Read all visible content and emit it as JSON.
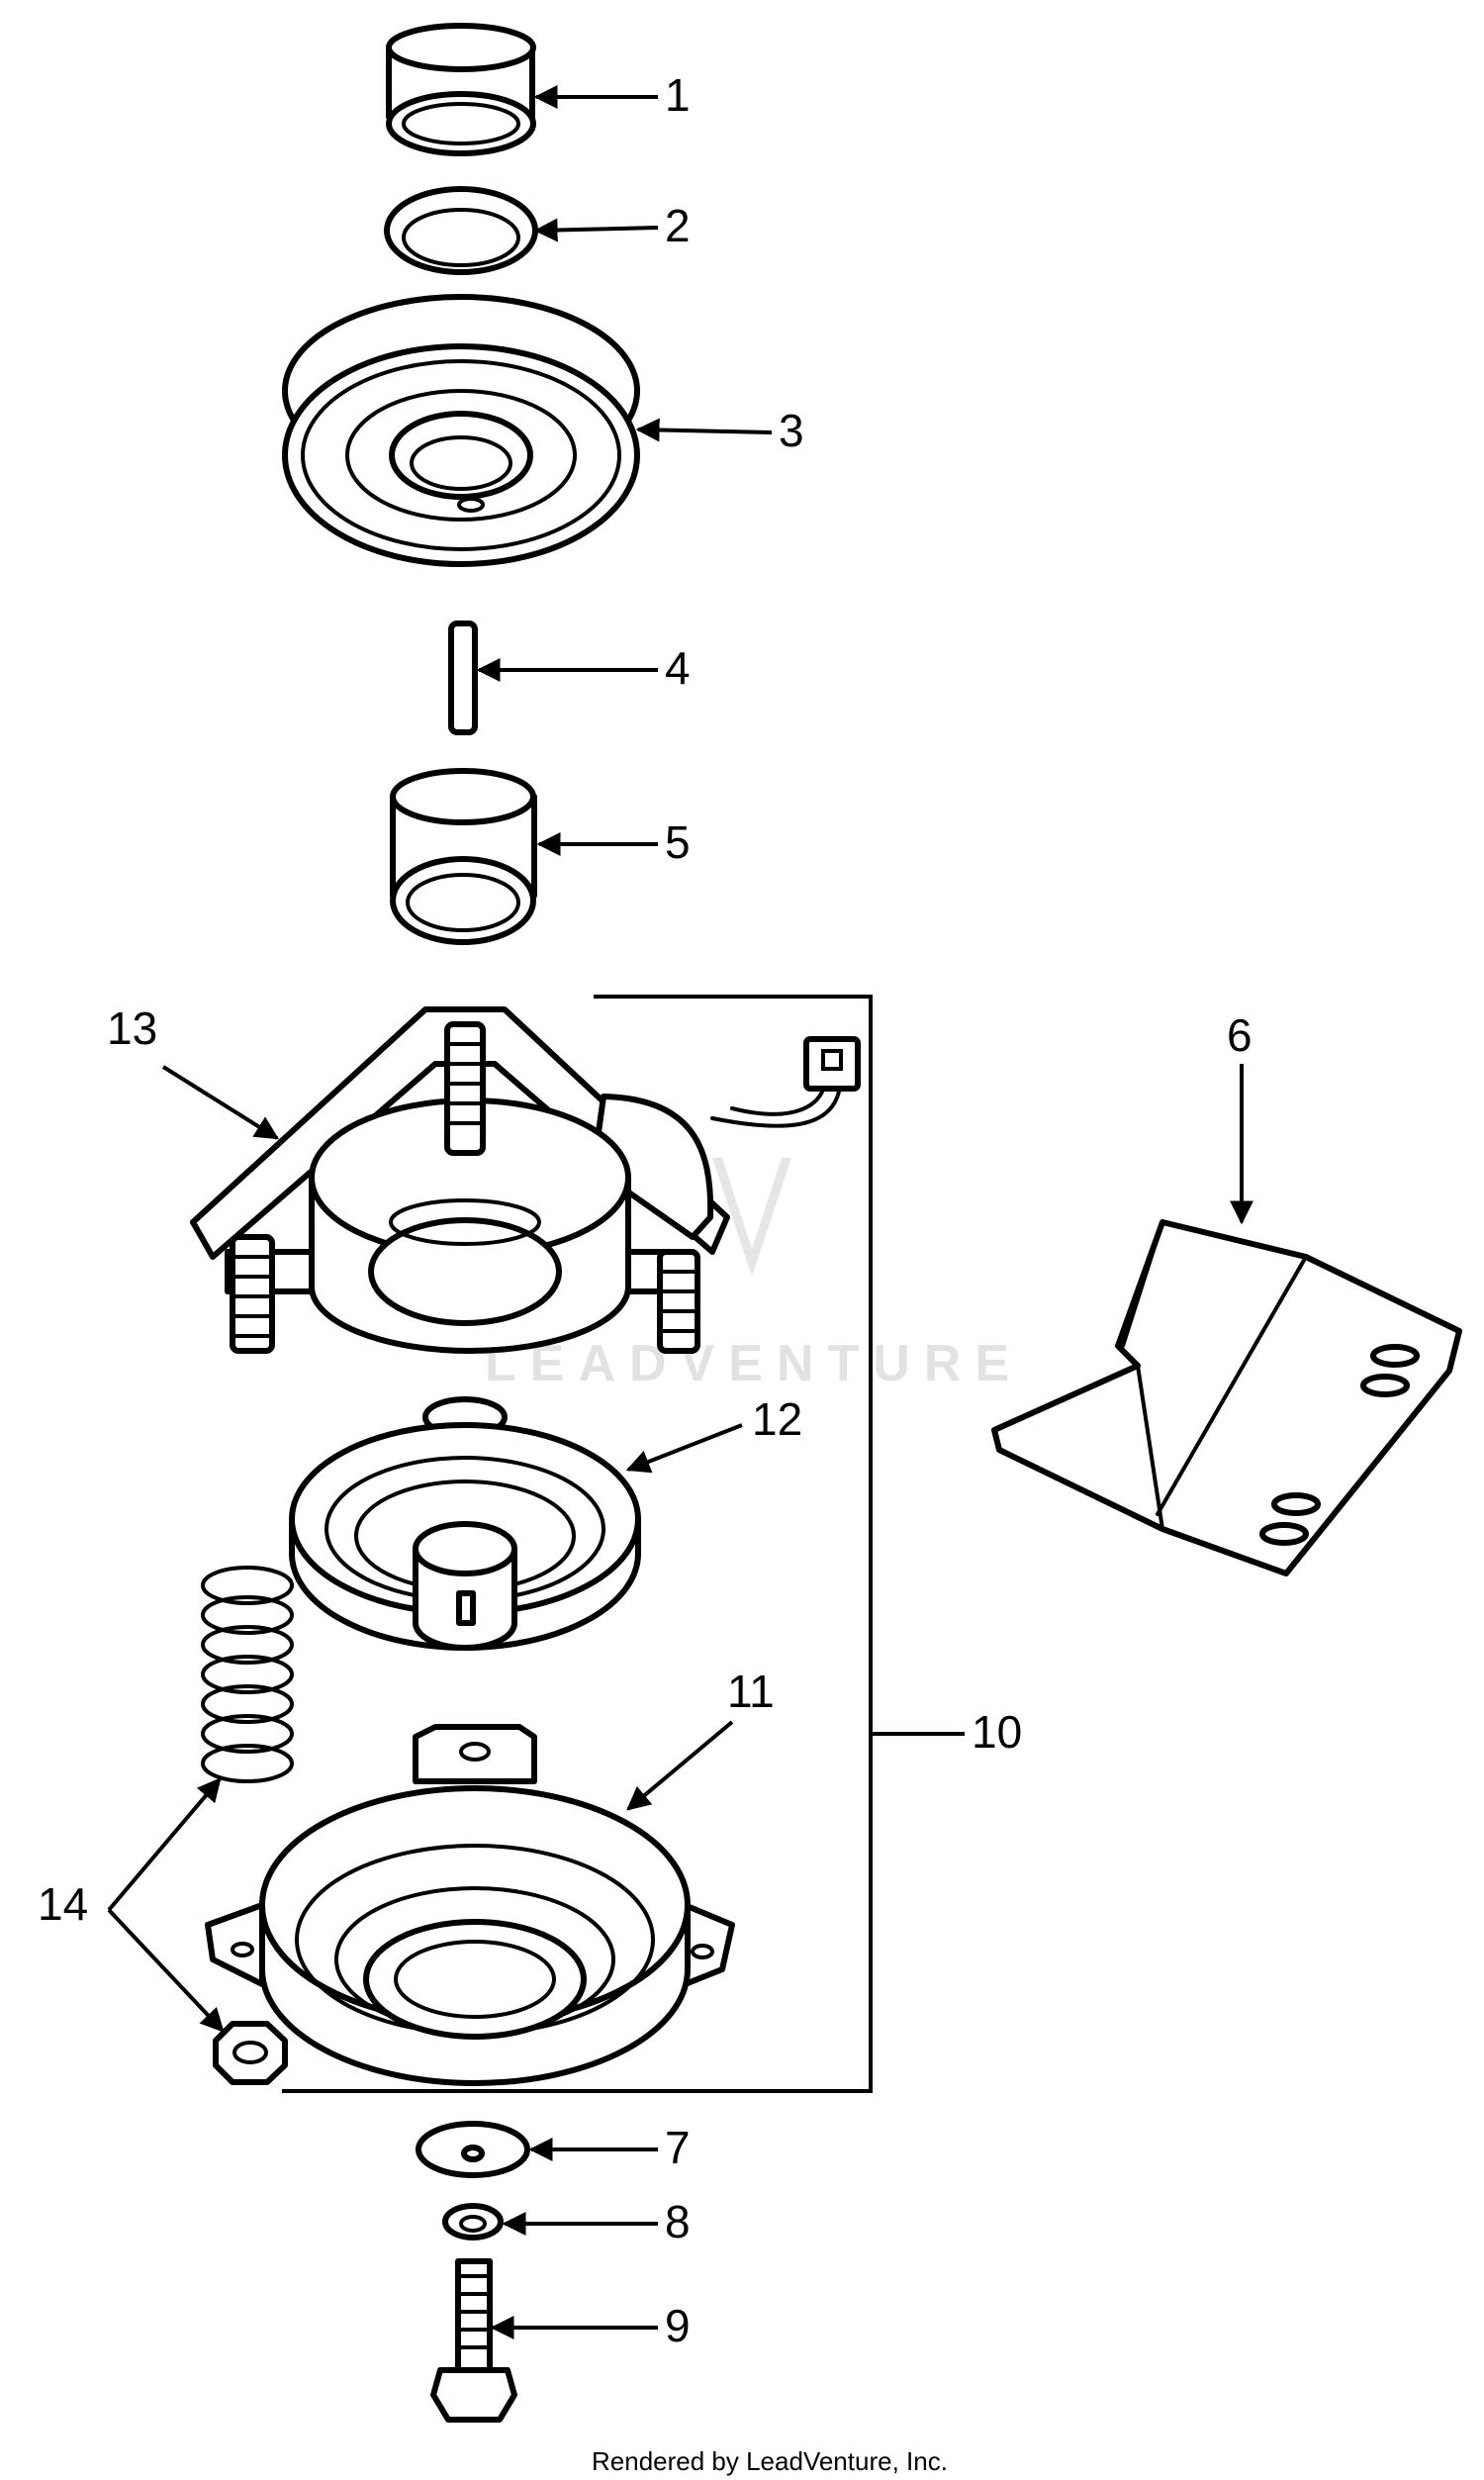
{
  "diagram": {
    "callouts": [
      "1",
      "2",
      "3",
      "4",
      "5",
      "6",
      "7",
      "8",
      "9",
      "10",
      "11",
      "12",
      "13",
      "14"
    ],
    "watermark": "LEADVENTURE",
    "footer": "Rendered by LeadVenture, Inc.",
    "colors": {
      "ink": "#000000",
      "paper": "#ffffff",
      "watermark": "#e2e2e2"
    }
  }
}
